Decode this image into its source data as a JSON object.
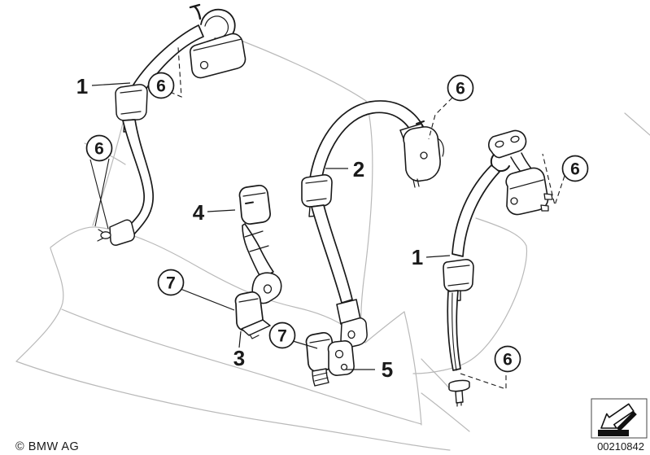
{
  "callouts": [
    {
      "id": "1-left",
      "label": "1",
      "style": "plain"
    },
    {
      "id": "6-upper-left",
      "label": "6",
      "style": "circle"
    },
    {
      "id": "6-mid-left",
      "label": "6",
      "style": "circle"
    },
    {
      "id": "2-middle",
      "label": "2",
      "style": "plain"
    },
    {
      "id": "6-top-middle",
      "label": "6",
      "style": "circle"
    },
    {
      "id": "4-stalk-buckle",
      "label": "4",
      "style": "plain"
    },
    {
      "id": "6-far-right",
      "label": "6",
      "style": "circle"
    },
    {
      "id": "1-right",
      "label": "1",
      "style": "plain"
    },
    {
      "id": "7-left",
      "label": "7",
      "style": "circle"
    },
    {
      "id": "3-buckle",
      "label": "3",
      "style": "plain"
    },
    {
      "id": "7-right",
      "label": "7",
      "style": "circle"
    },
    {
      "id": "5-double-buckle",
      "label": "5",
      "style": "plain"
    },
    {
      "id": "6-bottom-right",
      "label": "6",
      "style": "circle"
    }
  ],
  "footer": {
    "copyright": "© BMW AG",
    "image_number": "00210842"
  },
  "colors": {
    "line": "#1a1a1a",
    "outline_gray": "#b9b9b9",
    "background": "#ffffff"
  },
  "icons": {
    "direction_arrow": "down-left-arrow"
  }
}
